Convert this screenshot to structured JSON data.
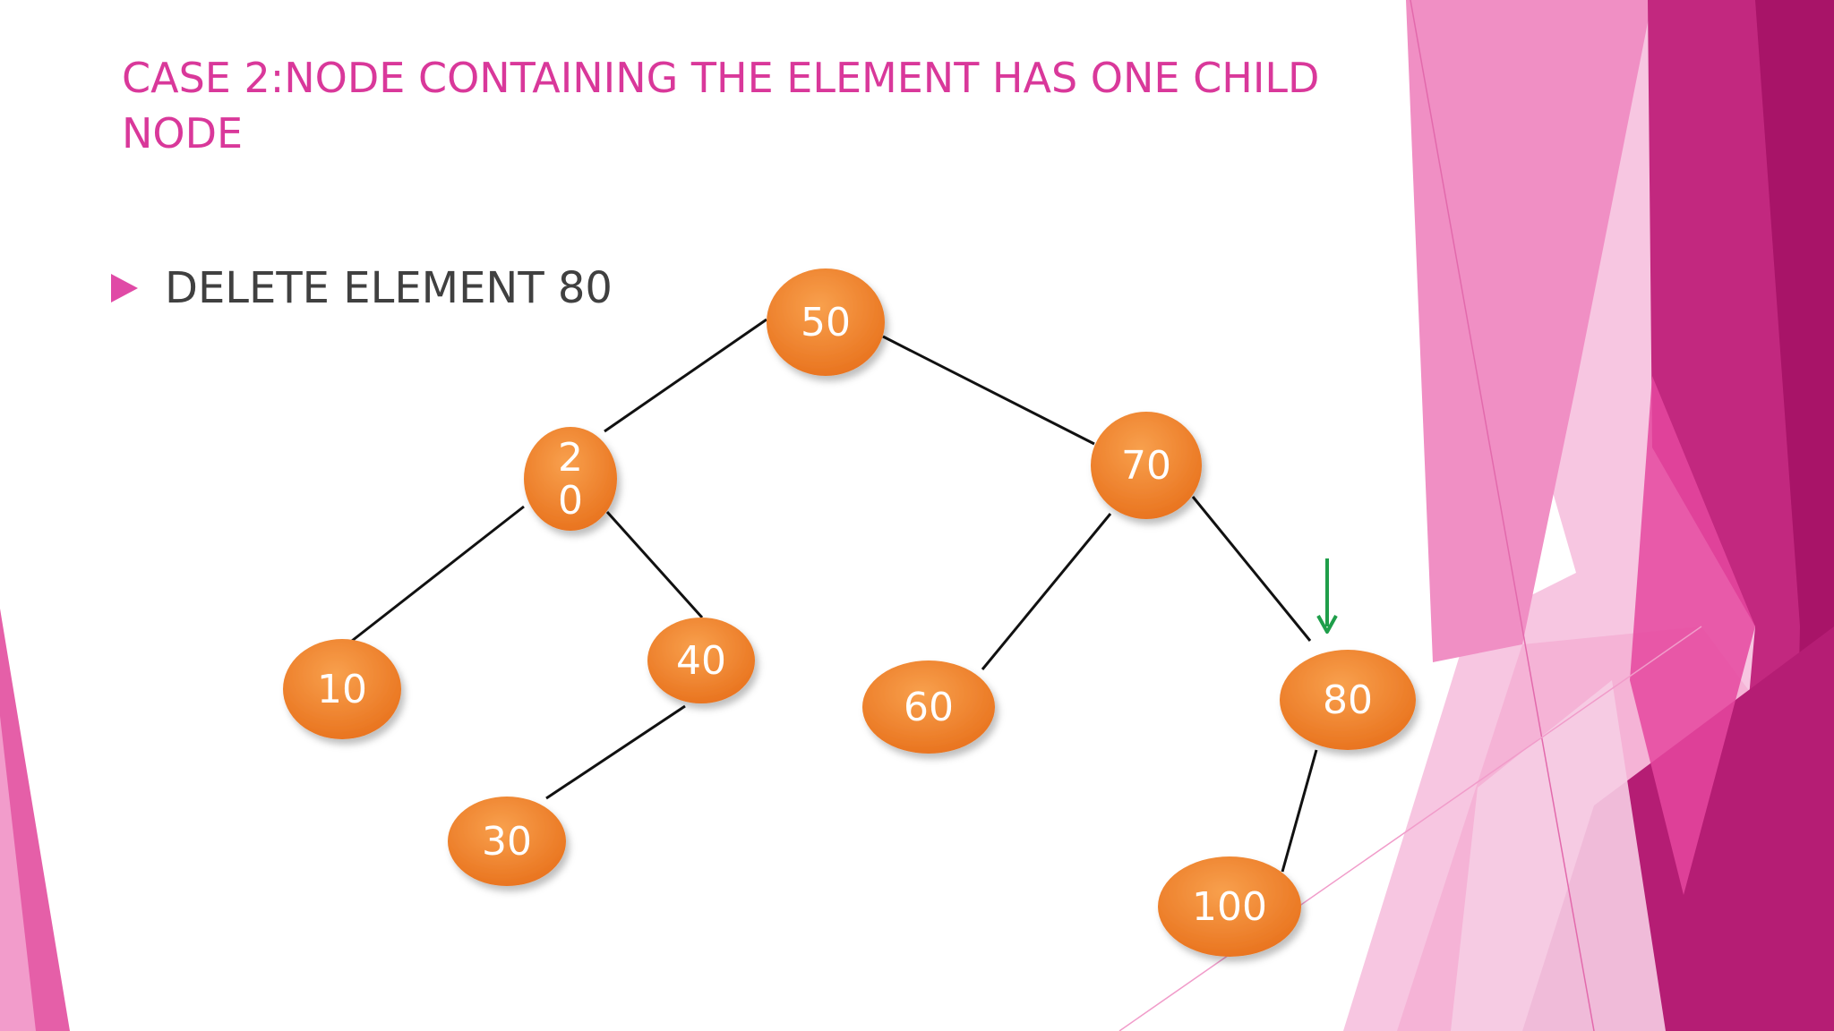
{
  "slide": {
    "title": "CASE 2:NODE CONTAINING THE ELEMENT HAS ONE CHILD NODE",
    "bullet": "DELETE ELEMENT 80"
  },
  "colors": {
    "title": "#d9389a",
    "bullet_marker": "#e04aa6",
    "node_fill": "#f0852c",
    "edge": "#111111",
    "pointer_arrow": "#1f9e4a",
    "accent_dark": "#b51d74",
    "accent_light": "#f3a9d2"
  },
  "tree": {
    "nodes": [
      {
        "id": "n50",
        "label": "50"
      },
      {
        "id": "n20",
        "label": "2\n0"
      },
      {
        "id": "n70",
        "label": "70"
      },
      {
        "id": "n10",
        "label": "10"
      },
      {
        "id": "n40",
        "label": "40"
      },
      {
        "id": "n60",
        "label": "60"
      },
      {
        "id": "n80",
        "label": "80"
      },
      {
        "id": "n30",
        "label": "30"
      },
      {
        "id": "n100",
        "label": "100"
      }
    ],
    "edges": [
      [
        "n50",
        "n20"
      ],
      [
        "n50",
        "n70"
      ],
      [
        "n20",
        "n10"
      ],
      [
        "n20",
        "n40"
      ],
      [
        "n40",
        "n30"
      ],
      [
        "n70",
        "n60"
      ],
      [
        "n70",
        "n80"
      ],
      [
        "n80",
        "n100"
      ]
    ],
    "highlighted_node": "n80",
    "pointer_icon": "down-arrow-icon"
  }
}
